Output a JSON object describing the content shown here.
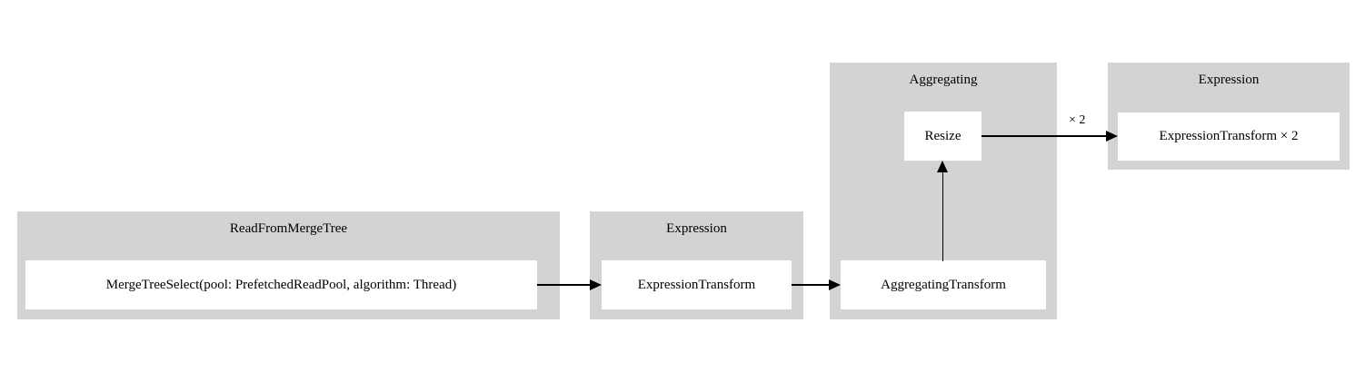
{
  "diagram": {
    "type": "graphviz-pipeline",
    "background": "#ffffff",
    "cluster_fill": "#d3d3d3",
    "node_fill": "#ffffff",
    "stroke": "#000000",
    "clusters": [
      {
        "id": "read-from-merge-tree",
        "title": "ReadFromMergeTree",
        "nodes": [
          {
            "id": "merge-tree-select",
            "label": "MergeTreeSelect(pool: PrefetchedReadPool, algorithm: Thread)"
          }
        ]
      },
      {
        "id": "expression-middle",
        "title": "Expression",
        "nodes": [
          {
            "id": "expression-transform",
            "label": "ExpressionTransform"
          }
        ]
      },
      {
        "id": "aggregating",
        "title": "Aggregating",
        "nodes": [
          {
            "id": "resize",
            "label": "Resize"
          },
          {
            "id": "aggregating-transform",
            "label": "AggregatingTransform"
          }
        ]
      },
      {
        "id": "expression-right",
        "title": "Expression",
        "nodes": [
          {
            "id": "expression-transform-x2",
            "label": "ExpressionTransform × 2"
          }
        ]
      }
    ],
    "edges": [
      {
        "id": "edge-merge-to-expression",
        "from": "merge-tree-select",
        "to": "expression-transform",
        "label": ""
      },
      {
        "id": "edge-expression-to-aggregating",
        "from": "expression-transform",
        "to": "aggregating-transform",
        "label": ""
      },
      {
        "id": "edge-aggregating-to-resize",
        "from": "aggregating-transform",
        "to": "resize",
        "label": ""
      },
      {
        "id": "edge-resize-to-expression-x2",
        "from": "resize",
        "to": "expression-transform-x2",
        "label": "× 2"
      }
    ]
  }
}
